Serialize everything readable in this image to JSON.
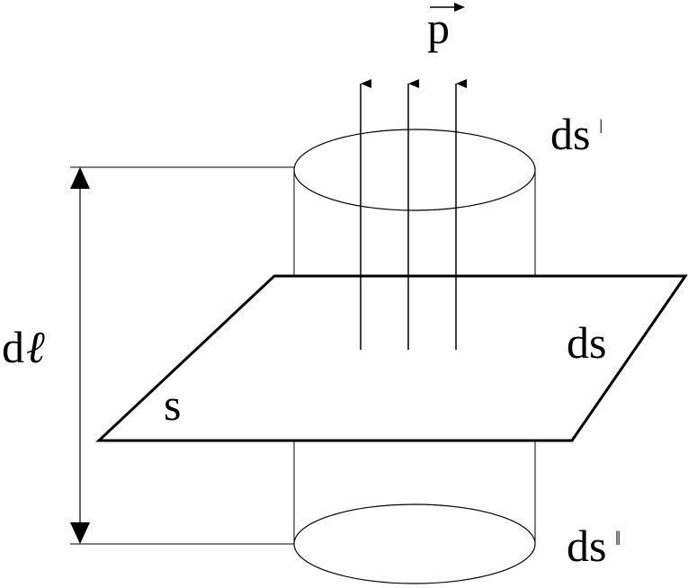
{
  "labels": {
    "vector_p": "p",
    "top_cap": "ds",
    "top_cap_prime": "ǀ",
    "plane_area": "ds",
    "surface": "s",
    "bottom_cap": "ds",
    "bottom_cap_prime": "ǁ",
    "length_d": "d",
    "length_ell": "ℓ"
  },
  "colors": {
    "stroke": "#000000",
    "background": "#ffffff"
  }
}
